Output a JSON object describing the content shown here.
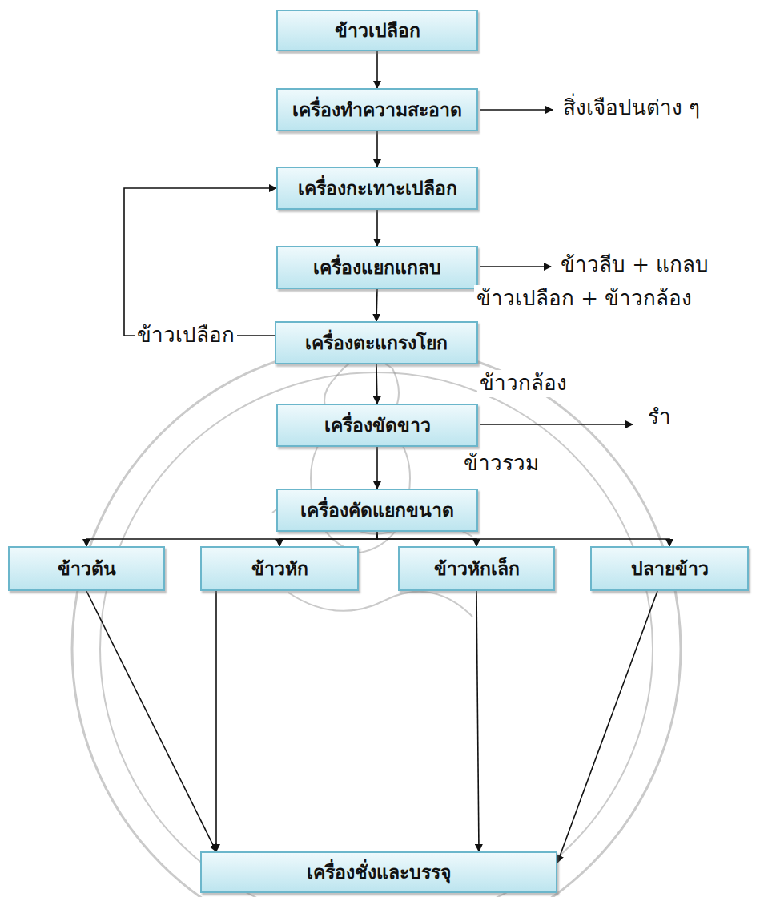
{
  "diagram": {
    "nodes": [
      {
        "text": [
          "ข้าวเปลือก"
        ]
      },
      {
        "text": [
          "เครื่องทำความสะอาด"
        ]
      },
      {
        "text": [
          "เครื่องกะเทาะเปลือก"
        ]
      },
      {
        "text": [
          "เครื่องแยกแกลบ"
        ]
      },
      {
        "text": [
          "เครื่องตะแกรงโยก"
        ]
      },
      {
        "text": [
          "เครื่องขัดขาว"
        ]
      },
      {
        "text": [
          "เครื่องคัดแยกขนาด"
        ]
      },
      {
        "text": [
          "ข้าวต้น"
        ]
      },
      {
        "text": [
          "ข้าวหัก"
        ]
      },
      {
        "text": [
          "ข้าวหักเล็ก"
        ]
      },
      {
        "text": [
          "ปลายข้าว"
        ]
      },
      {
        "text": [
          "เครื่องชั่งและบรรจุ"
        ]
      }
    ],
    "edges": [
      {
        "from": 0,
        "to": 1,
        "arrow": "to"
      },
      {
        "from": 1,
        "to": 2,
        "arrow": "to"
      },
      {
        "from": 2,
        "to": 3,
        "arrow": "to"
      },
      {
        "from": 3,
        "to": 4,
        "label": "ข้าวเปลือก + ข้าวกล้อง",
        "arrow": "to"
      },
      {
        "from": 4,
        "to": 2,
        "label": "ข้าวเปลือก",
        "arrow": "to"
      },
      {
        "from": 4,
        "to": 5,
        "label": "ข้าวกล้อง",
        "arrow": "to"
      },
      {
        "from": 5,
        "to": 6,
        "label": "ข้าวรวม",
        "arrow": "to"
      },
      {
        "from": 6,
        "to": 7,
        "arrow": "to"
      },
      {
        "from": 6,
        "to": 8,
        "arrow": "to"
      },
      {
        "from": 6,
        "to": 9,
        "arrow": "to"
      },
      {
        "from": 6,
        "to": 10,
        "arrow": "to"
      },
      {
        "from": 7,
        "to": 11,
        "arrow": "to"
      },
      {
        "from": 8,
        "to": 11,
        "arrow": "to"
      },
      {
        "from": 9,
        "to": 11,
        "arrow": "to"
      },
      {
        "from": 10,
        "to": 11,
        "arrow": "to"
      }
    ],
    "labels": [
      "สิ่งเจือปนต่าง ๆ",
      "ข้าวลีบ + แกลบ",
      "รำ"
    ]
  }
}
